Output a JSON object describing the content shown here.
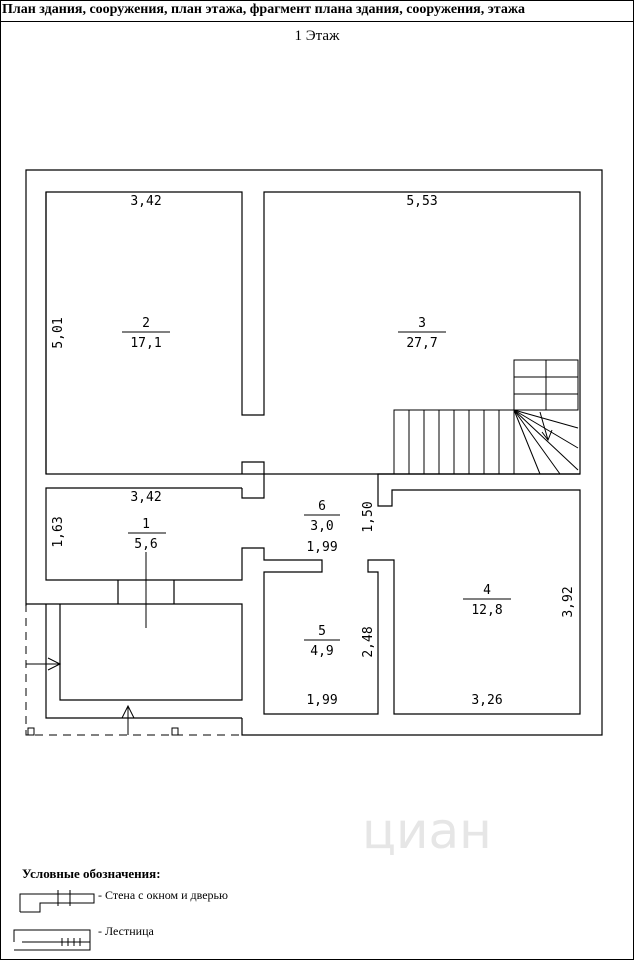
{
  "header": {
    "title": "План здания, сооружения, план этажа, фрагмент плана здания, сооружения, этажа",
    "floor": "1 Этаж"
  },
  "rooms": [
    {
      "number": "1",
      "area": "5,6"
    },
    {
      "number": "2",
      "area": "17,1"
    },
    {
      "number": "3",
      "area": "27,7"
    },
    {
      "number": "4",
      "area": "12,8"
    },
    {
      "number": "5",
      "area": "4,9"
    },
    {
      "number": "6",
      "area": "3,0"
    }
  ],
  "dimensions": {
    "room1_width": "3,42",
    "room1_height": "1,63",
    "room2_width": "3,42",
    "room2_height": "5,01",
    "room3_width": "5,53",
    "room4_width": "3,26",
    "room4_height": "3,92",
    "room5_width_top": "1,99",
    "room5_width_bottom": "1,99",
    "room5_height": "2,48",
    "room6_height": "1,50"
  },
  "watermark": "циан",
  "legend": {
    "title": "Условные обозначения:",
    "items": [
      {
        "label": "- Стена с окном и дверью"
      },
      {
        "label": "- Лестница"
      }
    ]
  },
  "colors": {
    "line": "#000000",
    "background": "#ffffff",
    "watermark": "#e6e6e6"
  }
}
